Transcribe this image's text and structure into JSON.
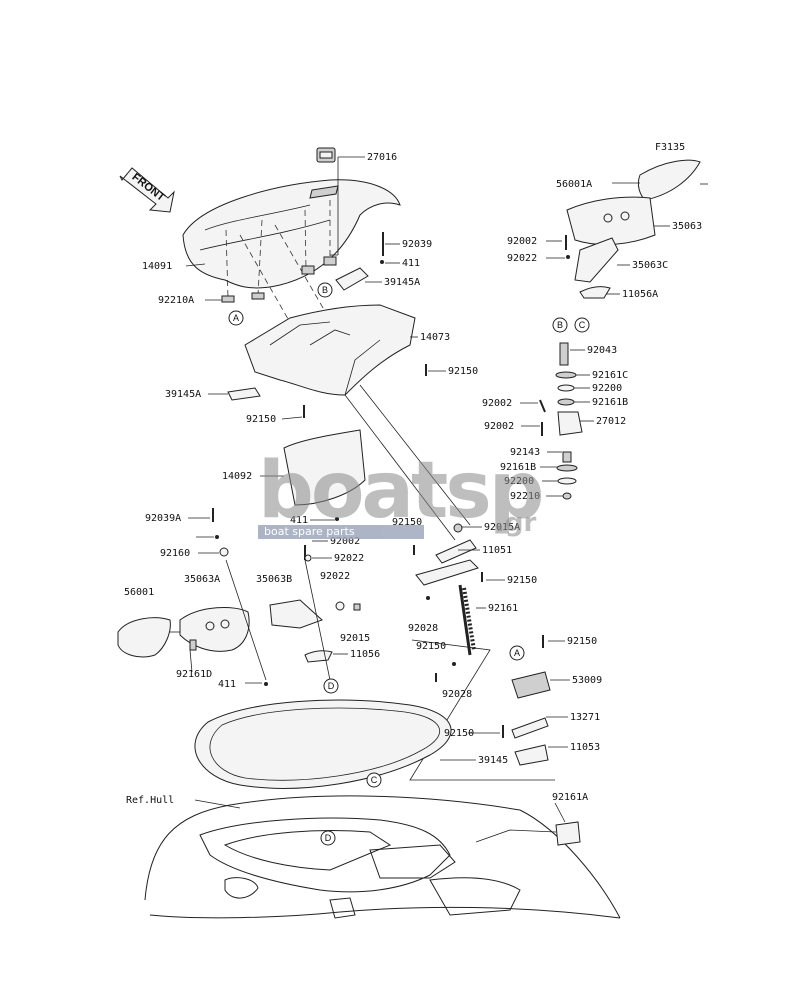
{
  "diagram": {
    "figure_code": "F3135",
    "direction_label": "FRONT",
    "reference_label": "Ref.Hull",
    "part_labels": [
      "27016",
      "56001A",
      "35063",
      "92002",
      "92022",
      "35063C",
      "11056A",
      "14091",
      "92039",
      "411",
      "39145A",
      "92210A",
      "14073",
      "92150",
      "92043",
      "92161C",
      "92200",
      "92161B",
      "39145A",
      "92150",
      "92002",
      "92002",
      "27012",
      "92143",
      "92161B",
      "92200",
      "92210",
      "14092",
      "92039A",
      "411",
      "92150",
      "92015A",
      "92002",
      "11051",
      "92160",
      "92022",
      "92150",
      "56001",
      "35063A",
      "35063B",
      "92022",
      "92161",
      "92028",
      "92015",
      "92150",
      "11056",
      "92161D",
      "92028",
      "411",
      "92150",
      "53009",
      "13271",
      "92150",
      "11053",
      "39145",
      "92161A"
    ],
    "callout_markers": [
      "A",
      "B",
      "C",
      "D",
      "B",
      "C",
      "A",
      "C",
      "D",
      "D"
    ]
  },
  "watermark": {
    "brand": "boatsp",
    "tagline": "boat spare parts",
    "domain": ".gr"
  }
}
